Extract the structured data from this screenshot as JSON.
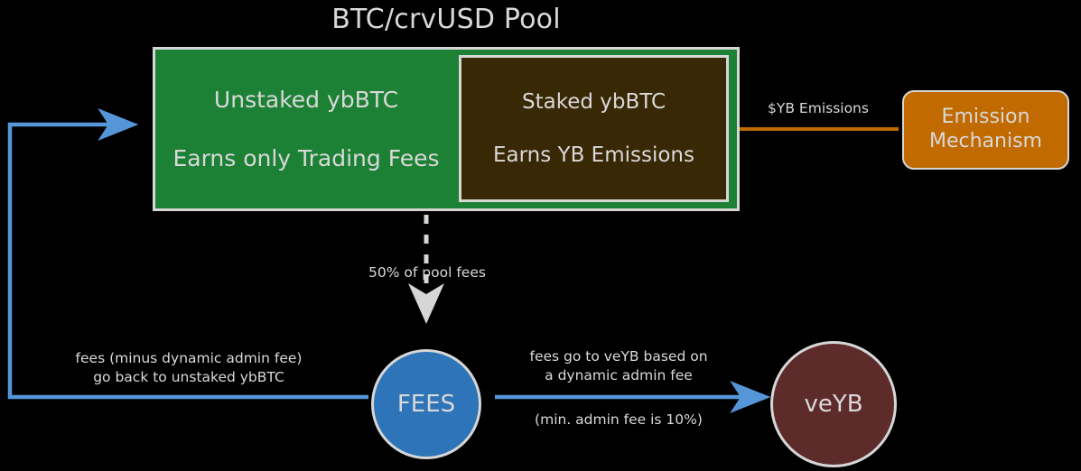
{
  "diagram": {
    "title": "BTC/crvUSD Pool",
    "background": "#000000",
    "colors": {
      "pool_green": "#1d8135",
      "staked_brown": "#392806",
      "emission_orange": "#c06a00",
      "fees_blue": "#2d74b8",
      "veyb_maroon": "#5e2b2b",
      "text_light": "#d9d9d9",
      "border_light": "#d6d6d6",
      "arrow_blue": "#5596d8",
      "arrow_orange": "#c06a00",
      "arrow_gray": "#d6d6d6"
    }
  },
  "pool": {
    "title": "BTC/crvUSD Pool",
    "unstaked": {
      "heading": "Unstaked ybBTC",
      "subtext": "Earns only Trading Fees"
    },
    "staked": {
      "heading": "Staked ybBTC",
      "subtext": "Earns YB Emissions"
    }
  },
  "emission_mechanism": {
    "line1": "Emission",
    "line2": "Mechanism"
  },
  "nodes": {
    "fees": "FEES",
    "veyb": "veYB"
  },
  "edges": {
    "yb_emissions": "$YB Emissions",
    "pool_fees": "50% of pool fees",
    "fees_back_line1": "fees (minus dynamic admin fee)",
    "fees_back_line2": "go back to unstaked ybBTC",
    "to_veyb_line1": "fees go to veYB based on",
    "to_veyb_line2": "a dynamic admin fee",
    "min_admin_fee": "(min. admin fee is 10%)"
  }
}
